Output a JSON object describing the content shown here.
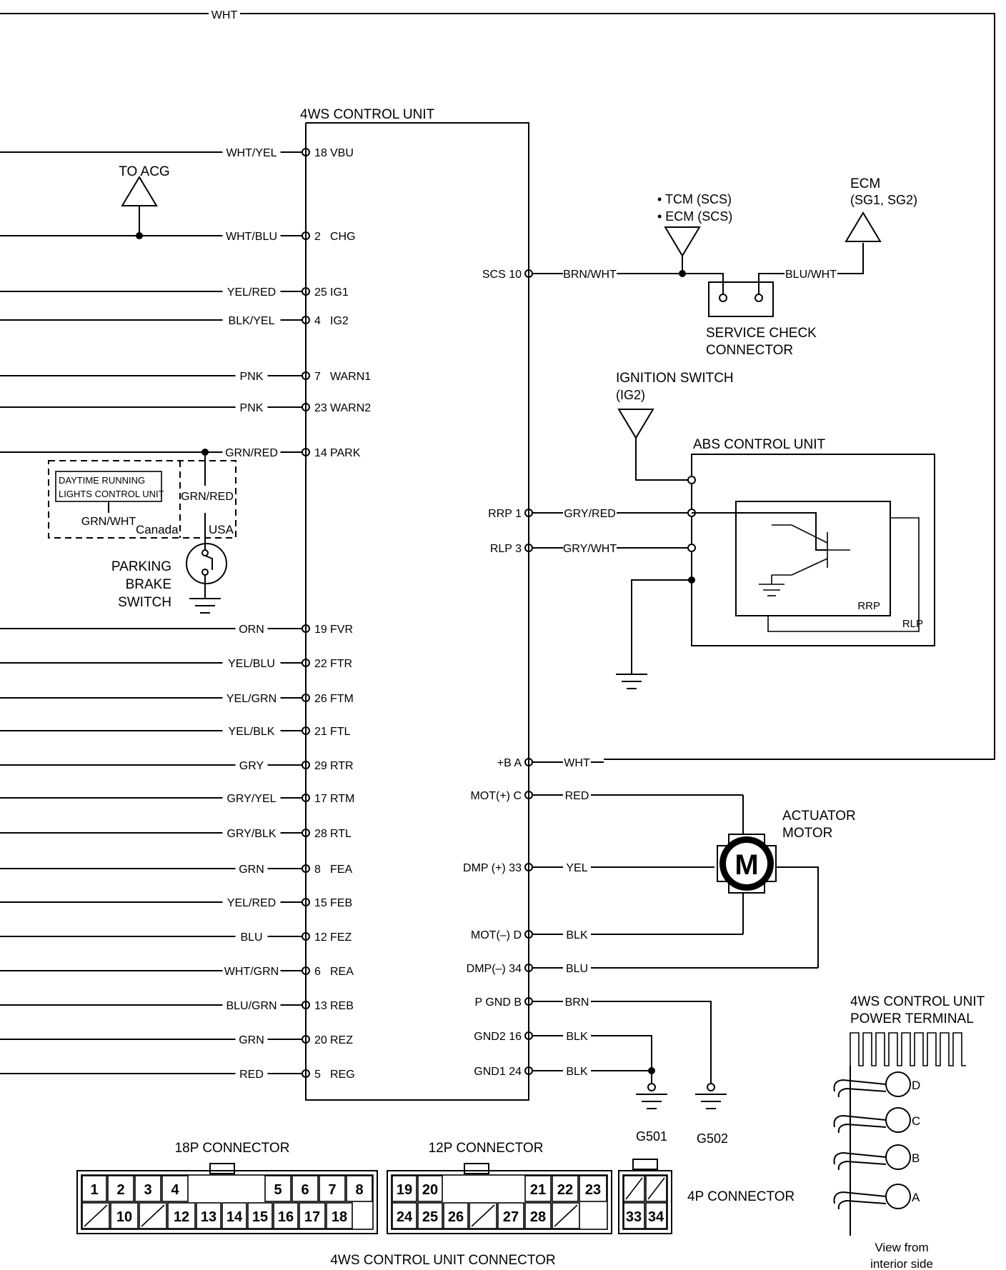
{
  "control_unit": {
    "title": "4WS CONTROL UNIT",
    "top_wire": "WHT",
    "left_pins": [
      {
        "wire": "WHT/YEL",
        "num": "18",
        "name": "VBU"
      },
      {
        "wire": "WHT/BLU",
        "num": "2",
        "name": "CHG"
      },
      {
        "wire": "YEL/RED",
        "num": "25",
        "name": "IG1"
      },
      {
        "wire": "BLK/YEL",
        "num": "4",
        "name": "IG2"
      },
      {
        "wire": "PNK",
        "num": "7",
        "name": "WARN1"
      },
      {
        "wire": "PNK",
        "num": "23",
        "name": "WARN2"
      },
      {
        "wire": "GRN/RED",
        "num": "14",
        "name": "PARK"
      },
      {
        "wire": "ORN",
        "num": "19",
        "name": "FVR"
      },
      {
        "wire": "YEL/BLU",
        "num": "22",
        "name": "FTR"
      },
      {
        "wire": "YEL/GRN",
        "num": "26",
        "name": "FTM"
      },
      {
        "wire": "YEL/BLK",
        "num": "21",
        "name": "FTL"
      },
      {
        "wire": "GRY",
        "num": "29",
        "name": "RTR"
      },
      {
        "wire": "GRY/YEL",
        "num": "17",
        "name": "RTM"
      },
      {
        "wire": "GRY/BLK",
        "num": "28",
        "name": "RTL"
      },
      {
        "wire": "GRN",
        "num": "8",
        "name": "FEA"
      },
      {
        "wire": "YEL/RED",
        "num": "15",
        "name": "FEB"
      },
      {
        "wire": "BLU",
        "num": "12",
        "name": "FEZ"
      },
      {
        "wire": "WHT/GRN",
        "num": "6",
        "name": "REA"
      },
      {
        "wire": "BLU/GRN",
        "num": "13",
        "name": "REB"
      },
      {
        "wire": "GRN",
        "num": "20",
        "name": "REZ"
      },
      {
        "wire": "RED",
        "num": "5",
        "name": "REG"
      }
    ],
    "right_pins": [
      {
        "label": "SCS  10",
        "wire": "BRN/WHT"
      },
      {
        "label": "RRP  1",
        "wire": "GRY/RED"
      },
      {
        "label": "RLP  3",
        "wire": "GRY/WHT"
      },
      {
        "label": "+B  A",
        "wire": "WHT"
      },
      {
        "label": "MOT(+)  C",
        "wire": "RED"
      },
      {
        "label": "DMP (+)  33",
        "wire": "YEL"
      },
      {
        "label": "MOT(–)  D",
        "wire": "BLK"
      },
      {
        "label": "DMP(–)  34",
        "wire": "BLU"
      },
      {
        "label": "P GND  B",
        "wire": "BRN"
      },
      {
        "label": "GND2  16",
        "wire": "BLK"
      },
      {
        "label": "GND1  24",
        "wire": "BLK"
      }
    ]
  },
  "to_acg": "TO ACG",
  "tcm_ecm": [
    "• TCM (SCS)",
    "• ECM (SCS)"
  ],
  "ecm": [
    "ECM",
    "(SG1, SG2)"
  ],
  "ecm_wire": "BLU/WHT",
  "service_check": [
    "SERVICE CHECK",
    "CONNECTOR"
  ],
  "ignition_switch": [
    "IGNITION SWITCH",
    "(IG2)"
  ],
  "abs": {
    "title": "ABS CONTROL UNIT",
    "rrp": "RRP",
    "rlp": "RLP"
  },
  "drl": {
    "box": [
      "DAYTIME RUNNING",
      "LIGHTS CONTROL UNIT"
    ],
    "wire_left": "GRN/WHT",
    "wire_right": "GRN/RED",
    "canada": "Canada",
    "usa": "USA"
  },
  "parking_brake": [
    "PARKING",
    "BRAKE",
    "SWITCH"
  ],
  "actuator": {
    "label": [
      "ACTUATOR",
      "MOTOR"
    ],
    "symbol": "M"
  },
  "grounds": {
    "g501": "G501",
    "g502": "G502"
  },
  "power_terminal": {
    "title": [
      "4WS CONTROL UNIT",
      "POWER TERMINAL"
    ],
    "pins": [
      "D",
      "C",
      "B",
      "A"
    ],
    "view": [
      "View from",
      "interior side"
    ]
  },
  "connectors": {
    "c18": {
      "title": "18P CONNECTOR",
      "top": [
        "1",
        "2",
        "3",
        "4",
        "",
        "5",
        "6",
        "7",
        "8"
      ],
      "bottom": [
        "/",
        "10",
        "/",
        "12",
        "13",
        "14",
        "15",
        "16",
        "17",
        "18"
      ]
    },
    "c12": {
      "title": "12P CONNECTOR",
      "top": [
        "19",
        "20",
        "",
        "21",
        "22",
        "23"
      ],
      "bottom": [
        "24",
        "25",
        "26",
        "/",
        "27",
        "28",
        "/"
      ]
    },
    "c4": {
      "title": "4P CONNECTOR",
      "top": [
        "/",
        "/"
      ],
      "bottom": [
        "33",
        "34"
      ]
    },
    "caption": "4WS CONTROL UNIT CONNECTOR"
  }
}
